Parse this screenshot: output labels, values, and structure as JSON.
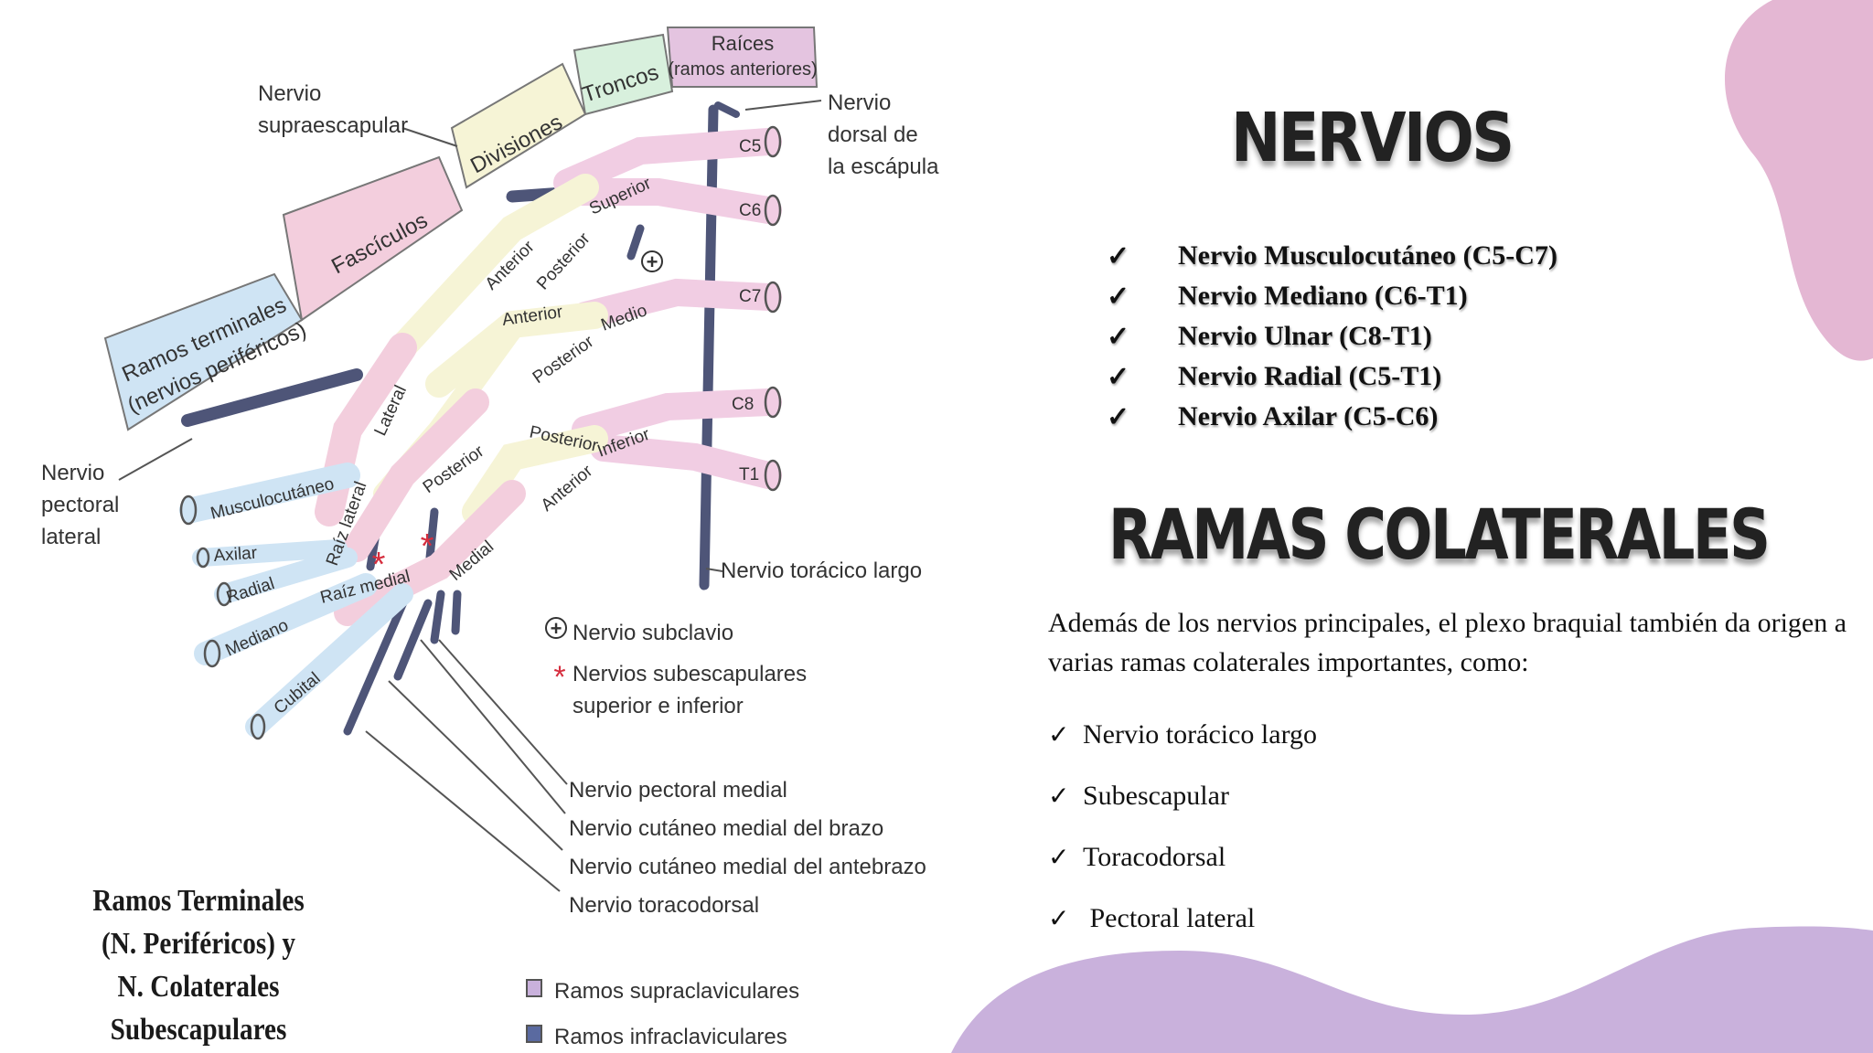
{
  "colors": {
    "accent_pink": "#e4b7d3",
    "accent_lilac": "#c9b1dc",
    "nerve_pink": "#f1cde3",
    "nerve_blue": "#cfe4f4",
    "nerve_yellow": "#f6f4d6",
    "nerve_green": "#d8f0dd",
    "dark_branch": "#4e5578"
  },
  "diagram": {
    "labels": {
      "raices": "Raíces",
      "raices_sub": "(ramos anteriores)",
      "troncos": "Troncos",
      "divisiones": "Divisiones",
      "fasciculos": "Fascículos",
      "ramos_terminales": "Ramos terminales",
      "ramos_terminales_sub": "(nervios periféricos)",
      "supraesc_1": "Nervio",
      "supraesc_2": "supraescapular",
      "dorsal_1": "Nervio",
      "dorsal_2": "dorsal de",
      "dorsal_3": "la escápula",
      "pectoral_1": "Nervio",
      "pectoral_2": "pectoral",
      "pectoral_3": "lateral",
      "toracico_largo": "Nervio torácico largo",
      "subclavio": "Nervio subclavio",
      "subescap_1": "Nervios subescapulares",
      "subescap_2": "superior e inferior",
      "pectoral_medial": "Nervio pectoral medial",
      "cut_brazo": "Nervio cutáneo medial del brazo",
      "cut_antebrazo": "Nervio cutáneo medial del antebrazo",
      "toracodorsal": "Nervio toracodorsal",
      "legend_supra": "Ramos supraclaviculares",
      "legend_infra": "Ramos infraclaviculares"
    },
    "roots": [
      "C5",
      "C6",
      "C7",
      "C8",
      "T1"
    ],
    "trunks": [
      "Superior",
      "Medio",
      "Inferior"
    ],
    "divisions": [
      "Anterior",
      "Posterior",
      "Anterior",
      "Posterior",
      "Posterior",
      "Anterior"
    ],
    "cords": [
      "Lateral",
      "Posterior",
      "Medial"
    ],
    "terminals": [
      "Musculocutáneo",
      "Axilar",
      "Radial",
      "Mediano",
      "Cubital"
    ],
    "roots_med": [
      "Raíz lateral",
      "Raíz medial"
    ],
    "subclavio_symbol": "+",
    "subescap_symbol": "*"
  },
  "caption": [
    "Ramos Terminales",
    "(N. Periféricos) y",
    "N. Colaterales",
    "Subescapulares"
  ],
  "nervios": {
    "title": "NERVIOS",
    "check": "✓",
    "items": [
      "Nervio Musculocutáneo (C5-C7)",
      "Nervio Mediano (C6-T1)",
      "Nervio Ulnar (C8-T1)",
      "Nervio Radial (C5-T1)",
      "Nervio Axilar (C5-C6)"
    ]
  },
  "ramas": {
    "title": "RAMAS COLATERALES",
    "intro": "Además de los nervios principales, el plexo braquial también da origen a varias ramas colaterales importantes, como:",
    "items": [
      "Nervio torácico largo",
      "Subescapular",
      "Toracodorsal",
      " Pectoral lateral"
    ]
  }
}
